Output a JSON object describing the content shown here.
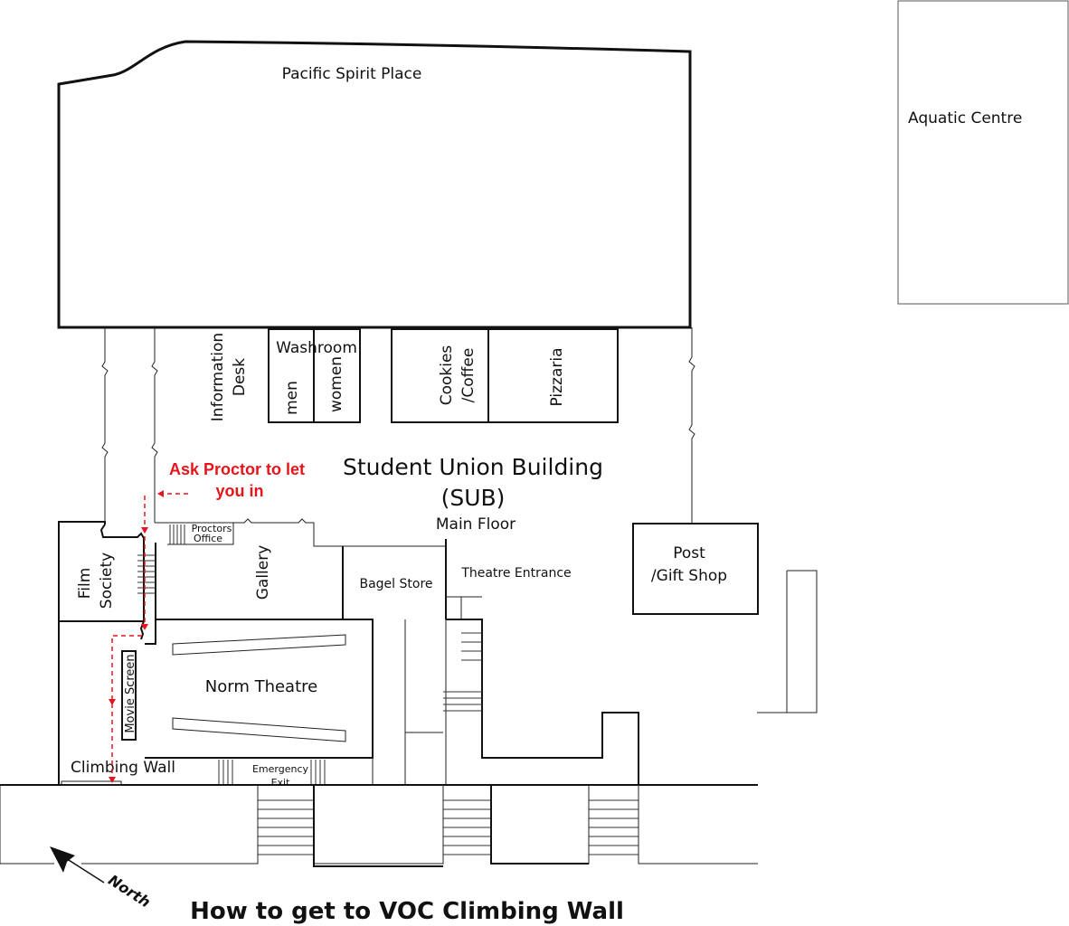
{
  "title": "How to get to VOC Climbing Wall",
  "colors": {
    "route": "#e8141b",
    "walls": "#111111",
    "background": "#ffffff"
  },
  "labels": {
    "pacific_spirit_place": "Pacific Spirit Place",
    "aquatic_centre": "Aquatic Centre",
    "information_desk_1": "Information",
    "information_desk_2": "Desk",
    "washroom": "Washroom",
    "men": "men",
    "women": "women",
    "cookies_1": "Cookies",
    "cookies_2": "/Coffee",
    "pizzaria": "Pizzaria",
    "sub_1": "Student Union Building",
    "sub_2": "(SUB)",
    "main_floor": "Main Floor",
    "proctors_1": "Proctors",
    "proctors_2": "Office",
    "film_1": "Film",
    "film_2": "Society",
    "gallery": "Gallery",
    "bagel_store": "Bagel Store",
    "theatre_entrance": "Theatre Entrance",
    "post_1": "Post",
    "post_2": "/Gift Shop",
    "movie_screen": "Movie Screen",
    "norm_theatre": "Norm Theatre",
    "climbing_wall": "Climbing Wall",
    "emergency_1": "Emergency",
    "emergency_2": "Exit",
    "north": "North"
  },
  "instruction": {
    "line1": "Ask Proctor to let",
    "line2": "you in"
  }
}
